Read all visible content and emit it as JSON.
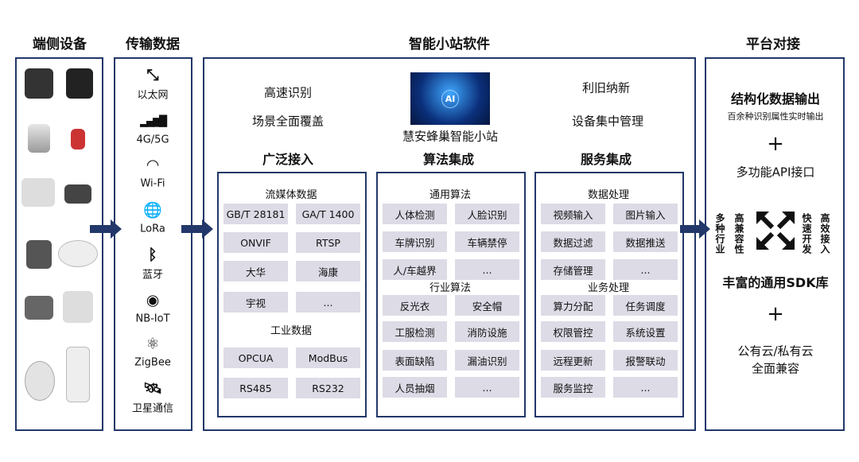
{
  "headers": {
    "devices": "端侧设备",
    "transport": "传输数据",
    "software": "智能小站软件",
    "platform": "平台对接"
  },
  "transport": [
    {
      "icon": "ethernet-icon",
      "glyph": "⤡",
      "label": "以太网"
    },
    {
      "icon": "signal-icon",
      "glyph": "▂▄▆█",
      "label": "4G/5G"
    },
    {
      "icon": "wifi-icon",
      "glyph": "◠",
      "label": "Wi-Fi"
    },
    {
      "icon": "globe-icon",
      "glyph": "🌐",
      "label": "LoRa"
    },
    {
      "icon": "bluetooth-icon",
      "glyph": "ᛒ",
      "label": "蓝牙"
    },
    {
      "icon": "nbiot-icon",
      "glyph": "◉",
      "label": "NB-IoT"
    },
    {
      "icon": "zigbee-icon",
      "glyph": "⚛",
      "label": "ZigBee"
    },
    {
      "icon": "satellite-icon",
      "glyph": "🛰",
      "label": "卫星通信"
    }
  ],
  "software": {
    "left": [
      "高速识别",
      "场景全面覆盖",
      "广泛接入"
    ],
    "center": {
      "title": "慧安蜂巢智能小站",
      "section": "算法集成",
      "image_label": "AI"
    },
    "right": [
      "利旧纳新",
      "设备集中管理",
      "服务集成"
    ],
    "access": {
      "stream_title": "流媒体数据",
      "stream": [
        "GB/T 28181",
        "GA/T 1400",
        "ONVIF",
        "RTSP",
        "大华",
        "海康",
        "宇视",
        "..."
      ],
      "industrial_title": "工业数据",
      "industrial": [
        "OPCUA",
        "ModBus",
        "RS485",
        "RS232"
      ]
    },
    "algo": {
      "general_title": "通用算法",
      "general": [
        "人体检测",
        "人脸识别",
        "车牌识别",
        "车辆禁停",
        "人/车越界",
        "..."
      ],
      "industry_title": "行业算法",
      "industry": [
        "反光衣",
        "安全帽",
        "工服检测",
        "消防设施",
        "表面缺陷",
        "漏油识别",
        "人员抽烟",
        "..."
      ]
    },
    "service": {
      "data_title": "数据处理",
      "data": [
        "视频输入",
        "图片输入",
        "数据过滤",
        "数据推送",
        "存储管理",
        "..."
      ],
      "biz_title": "业务处理",
      "biz": [
        "算力分配",
        "任务调度",
        "权限管控",
        "系统设置",
        "远程更新",
        "报警联动",
        "服务监控",
        "..."
      ]
    }
  },
  "platform": {
    "structured": "结构化数据输出",
    "structured_sub": "百余种识别属性实时输出",
    "plus": "+",
    "api": "多功能API接口",
    "v1": "多种行业",
    "v2": "高兼容性",
    "v3": "快速开发",
    "v4": "高效接入",
    "sdk": "丰富的通用SDK库",
    "cloud1": "公有云/私有云",
    "cloud2": "全面兼容"
  }
}
